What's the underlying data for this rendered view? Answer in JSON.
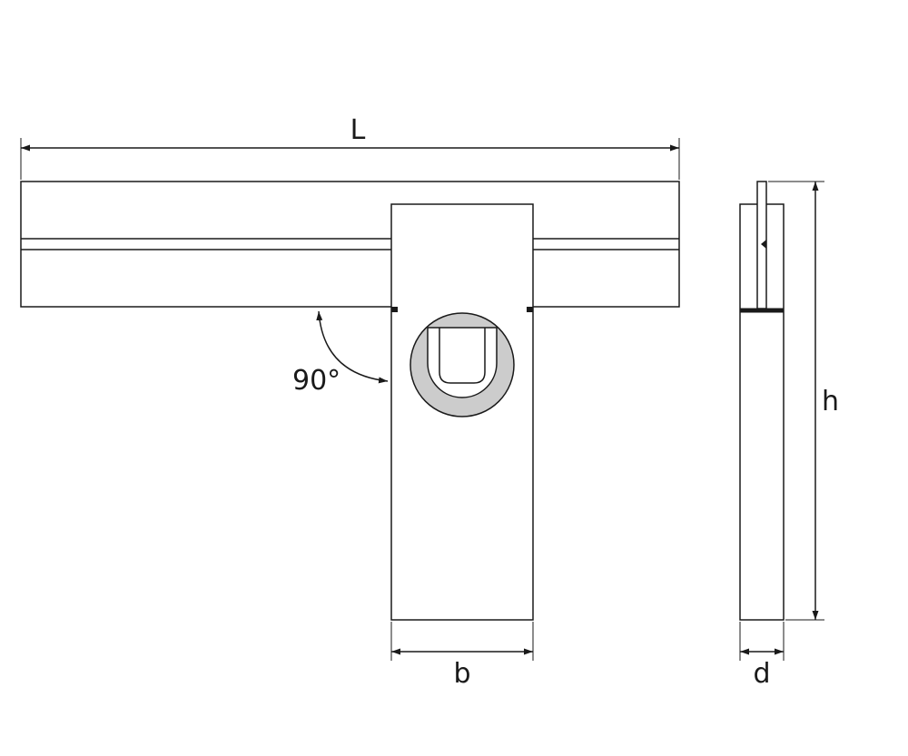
{
  "labels": {
    "length": "L",
    "angle": "90°",
    "height": "h",
    "blade_width": "b",
    "thickness": "d"
  },
  "colors": {
    "line": "#1a1a1a",
    "background": "#ffffff",
    "ring_fill": "#cccccc"
  }
}
